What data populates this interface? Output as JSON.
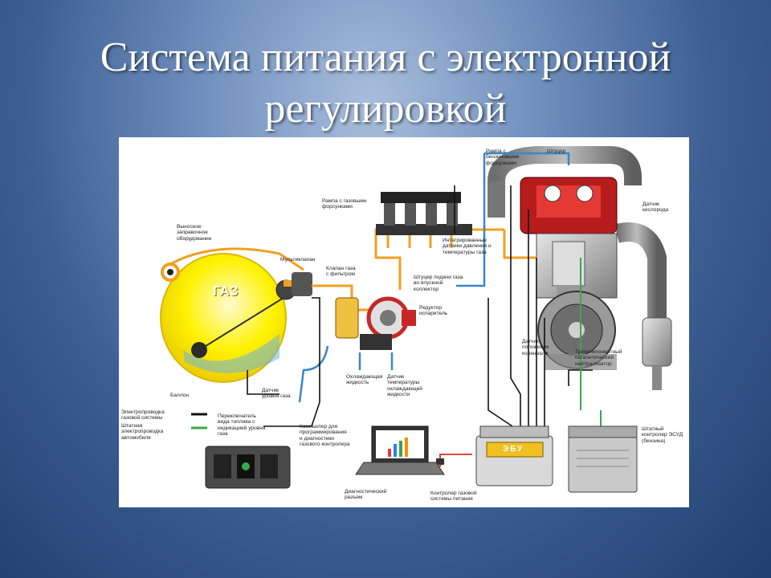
{
  "title": {
    "line1": "Система питания с электронной",
    "line2": "регулировкой"
  },
  "diagram": {
    "gas_tank_label": "ГАЗ",
    "ebu_label": "ЭБУ",
    "labels": {
      "outboard_filling": "Выносное\nзаправочное\nоборудование",
      "multivalve": "Мультиклапан",
      "rail": "Рампа с газовыми\nфорсунками",
      "gas_filter_valve": "Клапан газа\nс фильтром",
      "integrated_sensors": "Интегрированные\nдатчики давления и\nтемпературы газа",
      "fitting_intake": "Штуцер подачи газа\nво впускной\nколлектор",
      "reducer": "Редуктор\nиспаритель",
      "coolant": "Охлаждающая\nжидкость",
      "coolant_temp_sensor": "Датчик\nтемпературы\nохлаждающей\nжидкости",
      "gas_level_sensor": "Датчик\nуровня газа",
      "tank": "Баллон",
      "petrol_rail": "Рампа с\nбензиновыми\nфорсунками",
      "fitting": "Штуцер",
      "oxygen_sensor": "Датчик\nкислорода",
      "crank_sensor": "Датчик\nположения\nколенвала",
      "catalyst": "Трехкомпонентный\nкаталитический\nнейтрализатор",
      "gas_wiring": "Электропроводка\nгазовой системы",
      "car_wiring": "Штатная\nэлектропроводка\nавтомобиля",
      "fuel_switch": "Переключатель\nвида топлива с\nиндикацией уровня\nгаза",
      "computer": "Компьютер для\nпрограммирования\nи диагностики\nгазового контролера",
      "diag_connector": "Диагностический\nразъем",
      "gas_controller": "Контролер газовой\nсистемы питания",
      "stock_ecu": "Штатный\nконтролер ЭСУД\n(бензина)"
    }
  },
  "colors": {
    "gas_pipe": "#f0a020",
    "coolant_pipe": "#3a86c8",
    "wire_black": "#111111",
    "wire_green": "#3aa84a",
    "wire_red": "#d83020",
    "tank_yellow": "#fff200"
  }
}
